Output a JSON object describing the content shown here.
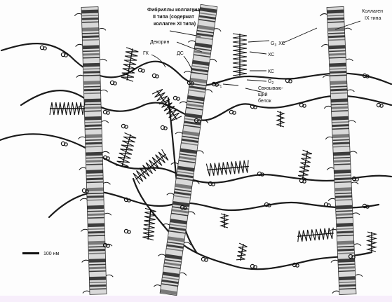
{
  "labels": {
    "fibril_type2_l1": "Фибриллы коллагена",
    "fibril_type2_l2": "II типа (содержат",
    "fibril_type2_l3": "коллаген XI типа)",
    "decorin": "Декорин",
    "gk": "ГК",
    "ds": "ДС",
    "g3": "G",
    "g3_sub": "3",
    "xc_top": "ХС",
    "xc": "ХС",
    "kc": "КС",
    "g2": "G",
    "g2_sub": "2",
    "g1": "G",
    "g1_sub": "1",
    "link_l1": "Связываю-",
    "link_l2": "щий",
    "link_l3": "белок",
    "col9_l1": "Коллаген",
    "col9_l2": "IX типа",
    "scale": "100 нм"
  },
  "colors": {
    "ink": "#111111",
    "fibril_light": "#d9d9d9",
    "fibril_dark": "#2a2a2a",
    "band": "#f7eefb"
  }
}
